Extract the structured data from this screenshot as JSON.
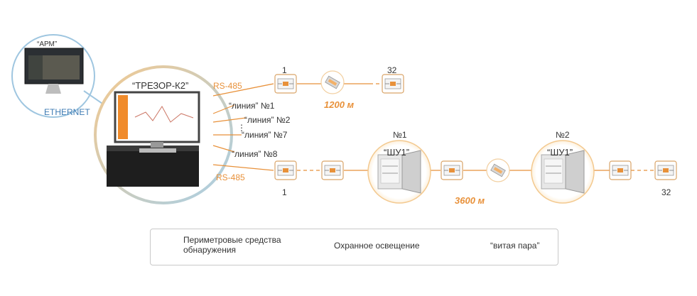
{
  "workstation": {
    "label": "“АРМ”",
    "link_label": "ETHERNET"
  },
  "server": {
    "label": "“ТРЕЗОР-К2”"
  },
  "lines": {
    "line1": {
      "protocol": "RS-485",
      "name": "“линия” №1",
      "first_index": "1",
      "last_index": "32",
      "distance": "1200 м"
    },
    "line2": {
      "name": "“линия” №2"
    },
    "ellipsis": "⋮",
    "line7": {
      "name": "“линия” №7"
    },
    "line8": {
      "protocol": "RS-485",
      "name": "“линия” №8",
      "first_index": "1",
      "last_index": "32",
      "distance": "3600 м"
    }
  },
  "cabinets": [
    {
      "number": "№1",
      "label": "“ШУ1”"
    },
    {
      "number": "№2",
      "label": "“ШУ1”"
    }
  ],
  "legend": {
    "items": [
      {
        "icon": "perimeter-detector-icon",
        "label": "Периметровые средства обнаружения"
      },
      {
        "icon": "security-light-icon",
        "label": "Охранное освещение"
      },
      {
        "icon": "twisted-pair-line",
        "label": "“витая пара”"
      }
    ]
  },
  "colors": {
    "orange": "#e8913a",
    "blue_ring": "#9fc6e0",
    "ethernet": "#3d7bb3",
    "ring_orange": "#f3c98f"
  }
}
